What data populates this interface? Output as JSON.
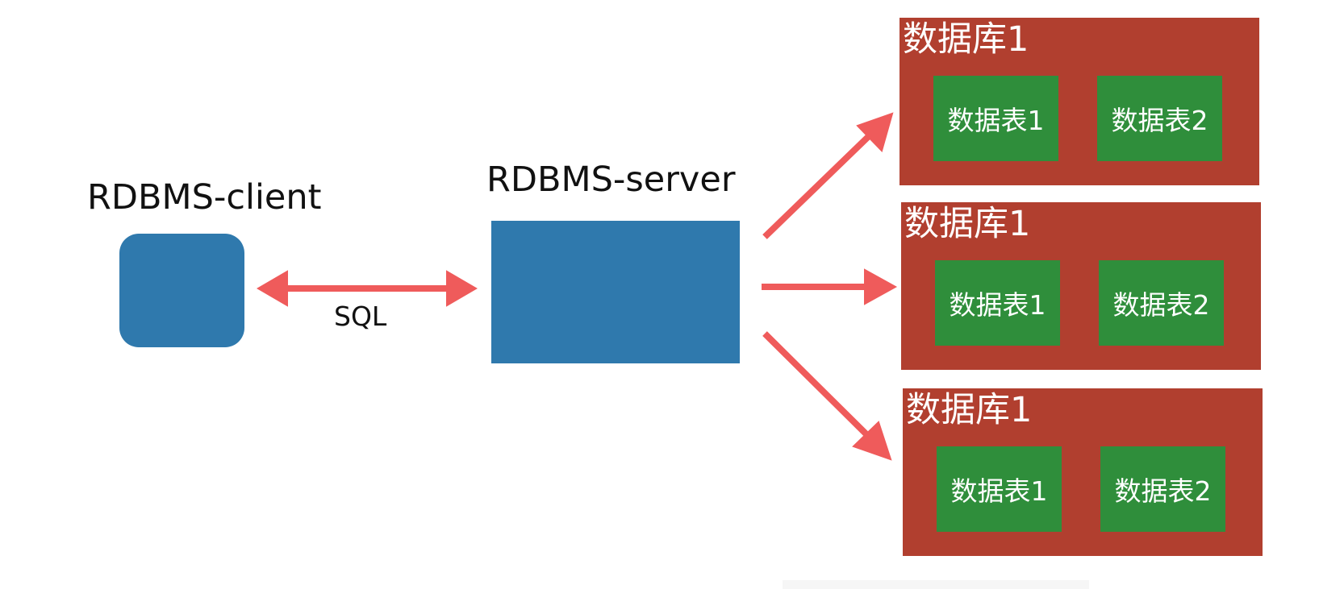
{
  "client": {
    "label": "RDBMS-client"
  },
  "server": {
    "label": "RDBMS-server"
  },
  "connection": {
    "label": "SQL"
  },
  "databases": [
    {
      "name": "数据库1",
      "tables": [
        "数据表1",
        "数据表2"
      ]
    },
    {
      "name": "数据库1",
      "tables": [
        "数据表1",
        "数据表2"
      ]
    },
    {
      "name": "数据库1",
      "tables": [
        "数据表1",
        "数据表2"
      ]
    }
  ],
  "colors": {
    "node_blue": "#2f79ad",
    "database_red": "#b13f2f",
    "table_green": "#2f8e3b",
    "arrow_red": "#ef5b5b"
  }
}
